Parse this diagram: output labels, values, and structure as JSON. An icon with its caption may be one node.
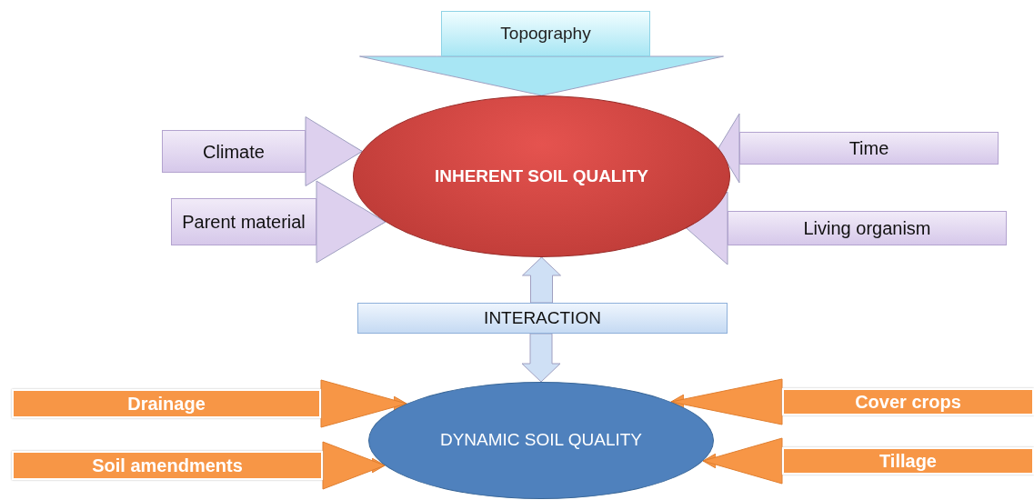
{
  "diagram": {
    "nodes": [
      {
        "text": [
          "Topography"
        ]
      },
      {
        "text": [
          "INHERENT SOIL QUALITY"
        ]
      },
      {
        "text": [
          "Climate"
        ]
      },
      {
        "text": [
          "Time"
        ]
      },
      {
        "text": [
          "Parent material"
        ]
      },
      {
        "text": [
          "Living organism"
        ]
      },
      {
        "text": [
          "INTERACTION"
        ]
      },
      {
        "text": [
          "Drainage"
        ]
      },
      {
        "text": [
          "Cover crops"
        ]
      },
      {
        "text": [
          "DYNAMIC SOIL QUALITY"
        ]
      },
      {
        "text": [
          "Soil amendments"
        ]
      },
      {
        "text": [
          "Tillage"
        ]
      }
    ],
    "edges": [
      {
        "from": 0,
        "to": 1,
        "arrow": "to",
        "color": "#a8e6f4"
      },
      {
        "from": 2,
        "to": 1,
        "arrow": "to",
        "color": "#ddd0ee"
      },
      {
        "from": 3,
        "to": 1,
        "arrow": "to",
        "color": "#ddd0ee"
      },
      {
        "from": 4,
        "to": 1,
        "arrow": "to",
        "color": "#ddd0ee"
      },
      {
        "from": 5,
        "to": 1,
        "arrow": "to",
        "color": "#ddd0ee"
      },
      {
        "from": 6,
        "to": 1,
        "arrow": "to",
        "color": "#cfe0f5"
      },
      {
        "from": 6,
        "to": 9,
        "arrow": "to",
        "color": "#cfe0f5"
      },
      {
        "from": 7,
        "to": 9,
        "arrow": "to",
        "color": "#f79646"
      },
      {
        "from": 8,
        "to": 9,
        "arrow": "to",
        "color": "#f79646"
      },
      {
        "from": 10,
        "to": 9,
        "arrow": "to",
        "color": "#f79646"
      },
      {
        "from": 11,
        "to": 9,
        "arrow": "to",
        "color": "#f79646"
      }
    ]
  }
}
